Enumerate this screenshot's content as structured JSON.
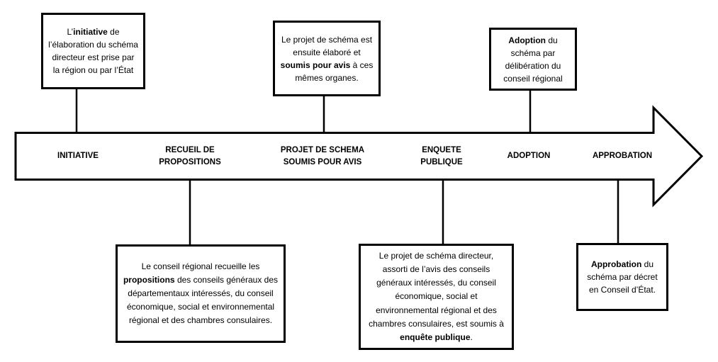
{
  "colors": {
    "ink": "#000000",
    "background": "#ffffff"
  },
  "arrow": {
    "stages": [
      "INITIATIVE",
      "RECUEIL DE PROPOSITIONS",
      "PROJET DE SCHEMA SOUMIS POUR AVIS",
      "ENQUETE PUBLIQUE",
      "ADOPTION",
      "APPROBATION"
    ]
  },
  "top_boxes": [
    {
      "segments": [
        {
          "t": "L’",
          "b": false
        },
        {
          "t": "initiative",
          "b": true
        },
        {
          "t": " de l’élaboration du schéma directeur est prise par la région ou par l’État",
          "b": false
        }
      ]
    },
    {
      "segments": [
        {
          "t": "Le projet de schéma est ensuite élaboré et ",
          "b": false
        },
        {
          "t": "soumis pour avis",
          "b": true
        },
        {
          "t": " à ces mêmes organes.",
          "b": false
        }
      ]
    },
    {
      "segments": [
        {
          "t": "Adoption",
          "b": true
        },
        {
          "t": " du schéma par délibération du conseil régional",
          "b": false
        }
      ]
    }
  ],
  "bottom_boxes": [
    {
      "segments": [
        {
          "t": "Le conseil régional recueille les ",
          "b": false
        },
        {
          "t": "propositions",
          "b": true
        },
        {
          "t": " des conseils généraux des départementaux intéressés, du conseil économique, social et environnemental régional et des chambres consulaires.",
          "b": false
        }
      ]
    },
    {
      "segments": [
        {
          "t": "Le projet de schéma directeur, assorti de l’avis des conseils généraux intéressés, du conseil économique, social et environnemental régional et des chambres consulaires, est soumis à ",
          "b": false
        },
        {
          "t": "enquête publique",
          "b": true
        },
        {
          "t": ".",
          "b": false
        }
      ]
    },
    {
      "segments": [
        {
          "t": "Approbation",
          "b": true
        },
        {
          "t": " du schéma par décret en Conseil d’État.",
          "b": false
        }
      ]
    }
  ]
}
